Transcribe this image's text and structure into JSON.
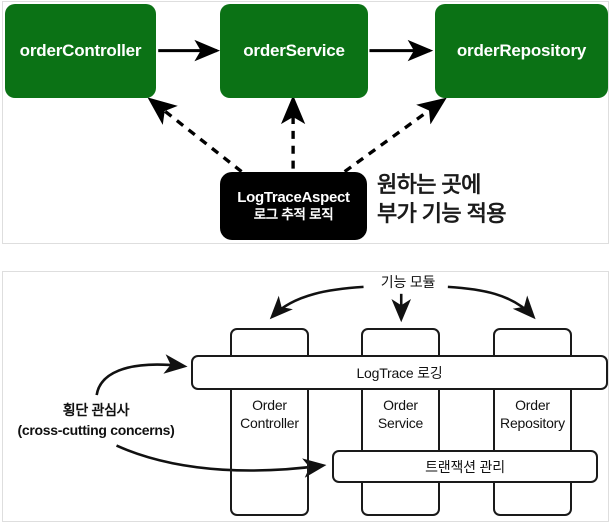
{
  "diagram": {
    "top_panel": {
      "nodes": [
        {
          "id": "orderController",
          "label": "orderController",
          "color": "#0b7215"
        },
        {
          "id": "orderService",
          "label": "orderService",
          "color": "#0b7215"
        },
        {
          "id": "orderRepository",
          "label": "orderRepository",
          "color": "#0b7215"
        }
      ],
      "aspect_box": {
        "title": "LogTraceAspect",
        "subtitle": "로그 추적 로직",
        "color": "#000000"
      },
      "annotation": {
        "line1": "원하는 곳에",
        "line2": "부가 기능 적용"
      },
      "edges": [
        {
          "from": "orderController",
          "to": "orderService",
          "style": "solid"
        },
        {
          "from": "orderService",
          "to": "orderRepository",
          "style": "solid"
        },
        {
          "from": "LogTraceAspect",
          "to": "orderController",
          "style": "dashed"
        },
        {
          "from": "LogTraceAspect",
          "to": "orderService",
          "style": "dashed"
        },
        {
          "from": "LogTraceAspect",
          "to": "orderRepository",
          "style": "dashed"
        }
      ]
    },
    "bottom_panel": {
      "feature_module_label": "기능 모듈",
      "cross_cutting_label": {
        "line1": "횡단 관심사",
        "line2": "(cross-cutting concerns)"
      },
      "columns": [
        {
          "id": "orderController",
          "line1": "Order",
          "line2": "Controller"
        },
        {
          "id": "orderService",
          "line1": "Order",
          "line2": "Service"
        },
        {
          "id": "orderRepository",
          "line1": "Order",
          "line2": "Repository"
        }
      ],
      "aspect_bars": [
        {
          "id": "logtrace",
          "label": "LogTrace 로깅"
        },
        {
          "id": "transaction",
          "label": "트랜잭션 관리"
        }
      ]
    }
  }
}
